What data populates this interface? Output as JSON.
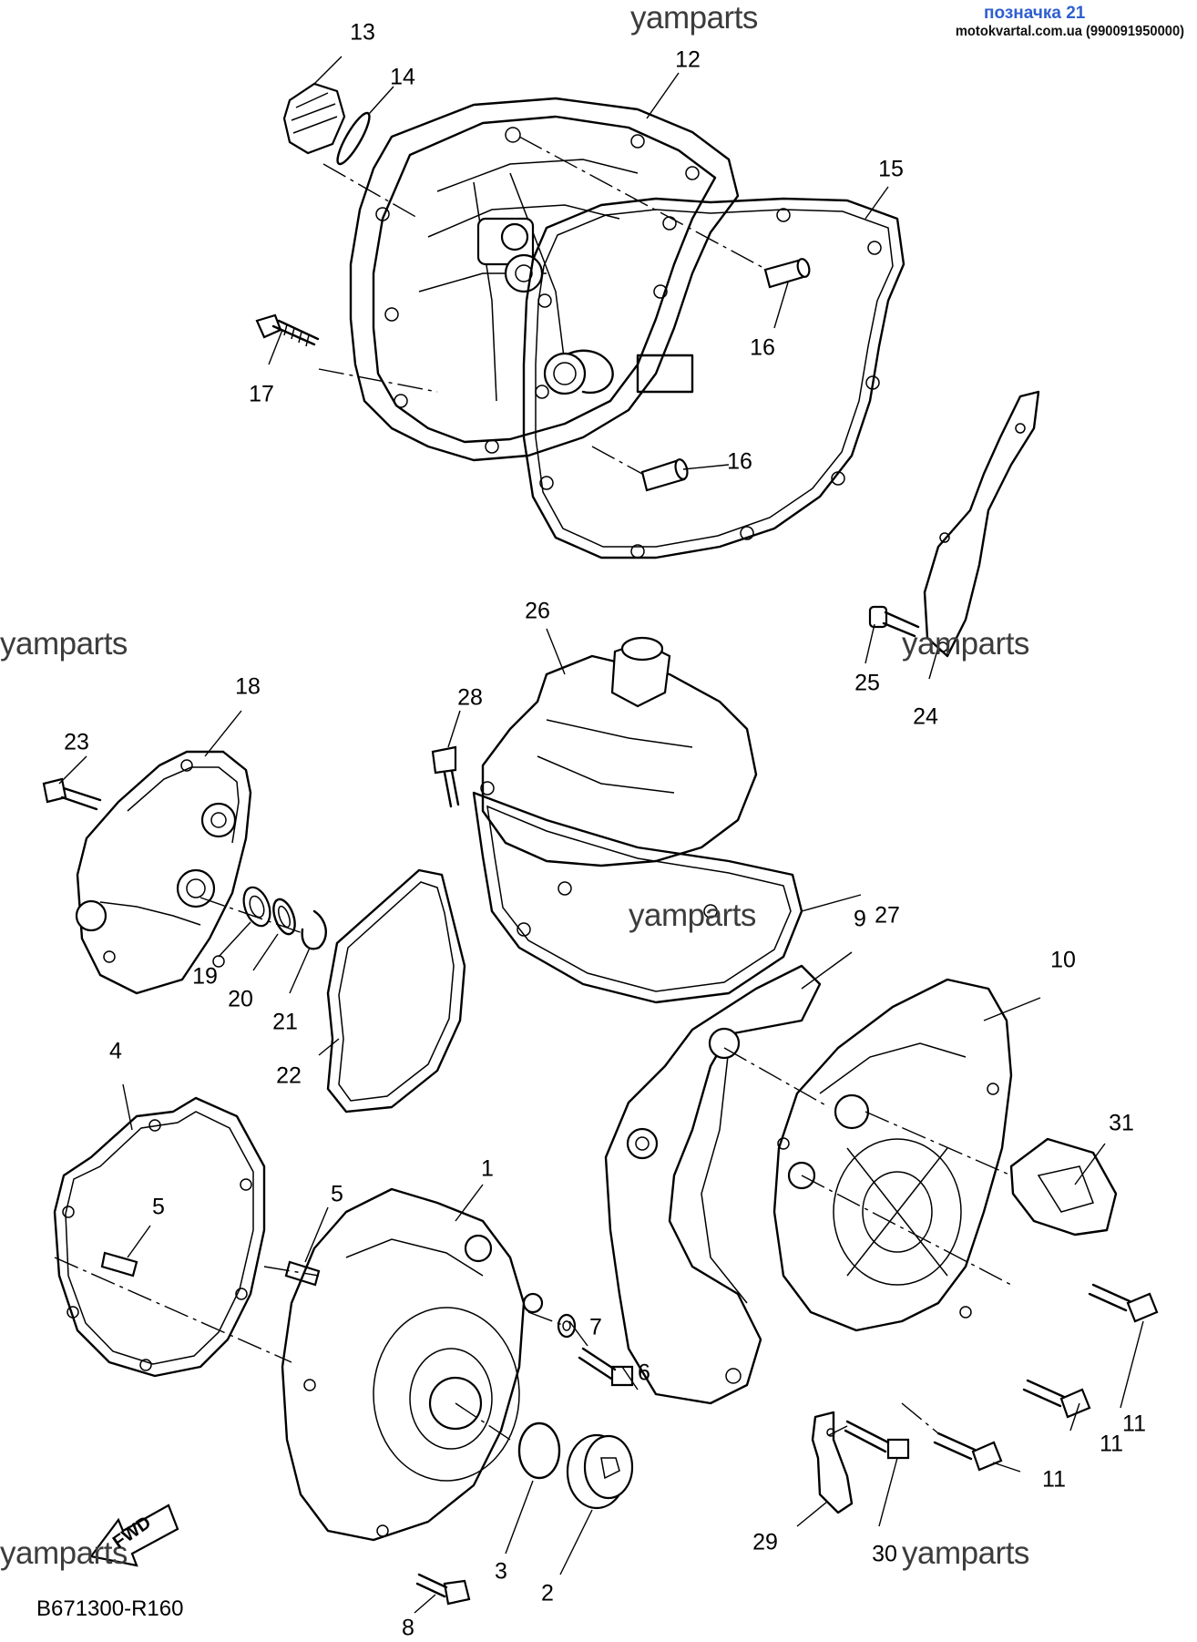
{
  "header": {
    "brand_top": "позначка 21",
    "brand_contact": "motokvartal.com.ua (990091950000)"
  },
  "watermarks": [
    "yamparts",
    "yamparts",
    "yamparts",
    "yamparts",
    "yamparts",
    "yamparts"
  ],
  "diagram_code": "B671300-R160",
  "fwd_arrow": "FWD",
  "callouts": [
    "13",
    "14",
    "12",
    "15",
    "16",
    "17",
    "16",
    "26",
    "28",
    "18",
    "23",
    "25",
    "24",
    "27",
    "19",
    "20",
    "21",
    "22",
    "9",
    "10",
    "4",
    "31",
    "1",
    "5",
    "5",
    "7",
    "6",
    "11",
    "11",
    "11",
    "3",
    "2",
    "29",
    "30",
    "8"
  ]
}
